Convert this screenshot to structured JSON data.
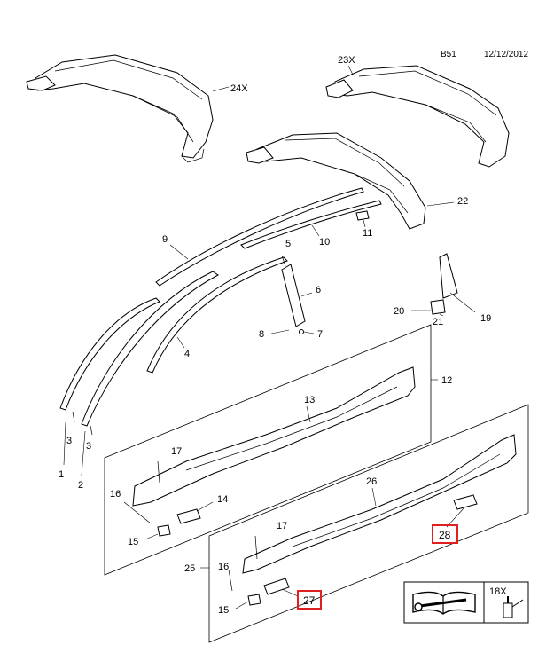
{
  "header": {
    "code": "B51",
    "date": "12/12/2012"
  },
  "callouts": {
    "c24x": "24X",
    "c23x": "23X",
    "c22": "22",
    "c9": "9",
    "c10": "10",
    "c11": "11",
    "c5": "5",
    "c6": "6",
    "c7": "7",
    "c8": "8",
    "c4": "4",
    "c19": "19",
    "c20": "20",
    "c21": "21",
    "c12": "12",
    "c13": "13",
    "c3a": "3",
    "c3b": "3",
    "c1": "1",
    "c2": "2",
    "c17a": "17",
    "c16a": "16",
    "c14": "14",
    "c15a": "15",
    "c26": "26",
    "c28": "28",
    "c25": "25",
    "c17b": "17",
    "c16b": "16",
    "c27": "27",
    "c15b": "15"
  },
  "legend": {
    "quantity": "18X"
  },
  "colors": {
    "highlight": "#e02020",
    "line": "#000000"
  },
  "icons": [
    "manual-wrench-icon",
    "sealant-tube-icon"
  ]
}
